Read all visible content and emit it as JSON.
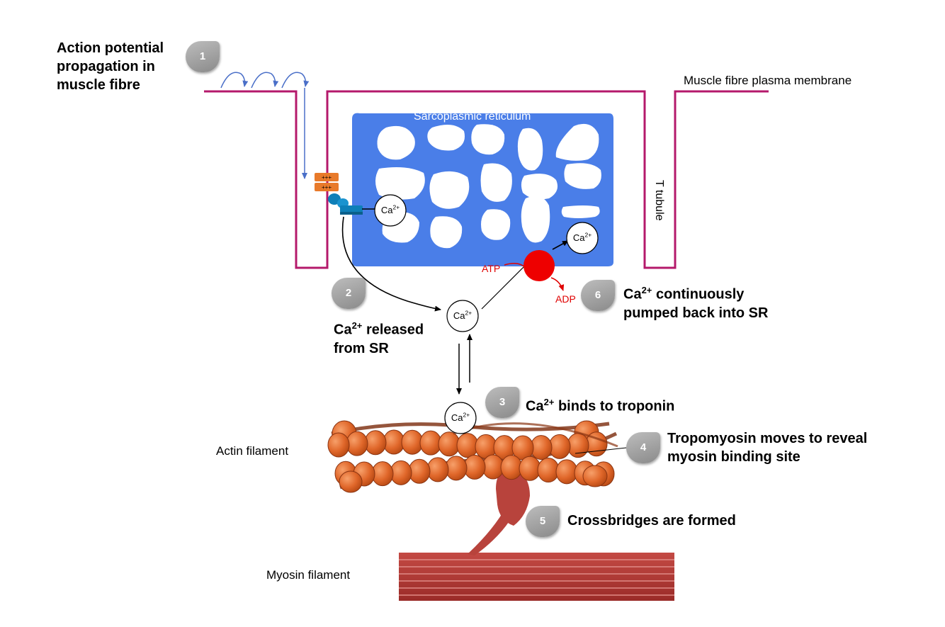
{
  "steps": [
    {
      "num": "1",
      "lines": [
        "Action potential",
        "propagation in",
        "muscle fibre"
      ]
    },
    {
      "num": "2",
      "lines": [
        "Ca2+ released",
        "from SR"
      ]
    },
    {
      "num": "3",
      "lines": [
        "Ca2+ binds to troponin"
      ]
    },
    {
      "num": "4",
      "lines": [
        "Tropomyosin moves to reveal",
        "myosin binding site"
      ]
    },
    {
      "num": "5",
      "lines": [
        "Crossbridges are formed"
      ]
    },
    {
      "num": "6",
      "lines": [
        "Ca2+ continuously",
        "pumped back into SR"
      ]
    }
  ],
  "labels": {
    "membrane": "Muscle fibre plasma membrane",
    "sr": "Sarcoplasmic reticulum",
    "t_tubule": "T tubule",
    "actin": "Actin filament",
    "myosin": "Myosin filament",
    "atp": "ATP",
    "adp": "ADP",
    "calcium": "Ca2+",
    "charge": "+++"
  },
  "colors": {
    "membrane": "#b4196b",
    "sr": "#4a7ee8",
    "pump": "#ee0000",
    "actin": "#e06a2c",
    "actin_dark": "#7a2b0b",
    "myosin": "#b03a35",
    "channel": "#0e7fb8",
    "dhpr": "#e87a2a",
    "ap_arrow": "#4a6fc8",
    "red_text": "#e00000"
  }
}
